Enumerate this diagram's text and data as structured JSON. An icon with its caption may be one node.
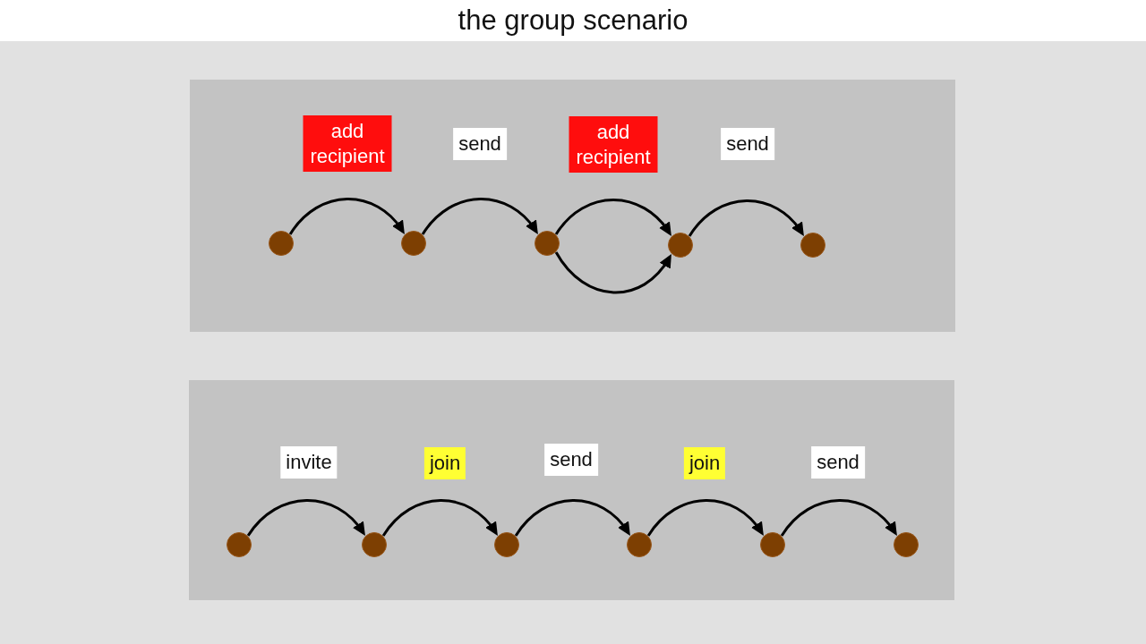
{
  "diagram": {
    "title": "the group scenario",
    "nodes": [
      {
        "text": [],
        "shape": "box"
      },
      {
        "text": [
          "add recipient"
        ],
        "in": 0
      },
      {
        "text": [
          "send"
        ],
        "in": 0
      },
      {
        "text": [
          "add recipient"
        ],
        "in": 0
      },
      {
        "text": [
          "send"
        ],
        "in": 0
      },
      {
        "text": [],
        "shape": "circle",
        "in": 0
      },
      {
        "text": [],
        "shape": "circle",
        "in": 0
      },
      {
        "text": [],
        "shape": "circle",
        "in": 0
      },
      {
        "text": [],
        "shape": "circle",
        "in": 0
      },
      {
        "text": [],
        "shape": "circle",
        "in": 0
      },
      {
        "text": [],
        "shape": "box"
      },
      {
        "text": [
          "invite"
        ],
        "in": 10
      },
      {
        "text": [
          "join"
        ],
        "in": 10
      },
      {
        "text": [
          "send"
        ],
        "in": 10
      },
      {
        "text": [
          "join"
        ],
        "in": 10
      },
      {
        "text": [
          "send"
        ],
        "in": 10
      },
      {
        "text": [],
        "shape": "circle",
        "in": 10
      },
      {
        "text": [],
        "shape": "circle",
        "in": 10
      },
      {
        "text": [],
        "shape": "circle",
        "in": 10
      },
      {
        "text": [],
        "shape": "circle",
        "in": 10
      },
      {
        "text": [],
        "shape": "circle",
        "in": 10
      },
      {
        "text": [],
        "shape": "circle",
        "in": 10
      }
    ],
    "edges": [
      {
        "from": 5,
        "to": 6,
        "arrow": "to"
      },
      {
        "from": 6,
        "to": 7,
        "arrow": "to"
      },
      {
        "from": 7,
        "to": 8,
        "arrow": "to"
      },
      {
        "from": 7,
        "to": 8,
        "arrow": "to"
      },
      {
        "from": 8,
        "to": 9,
        "arrow": "to"
      },
      {
        "from": 16,
        "to": 17,
        "arrow": "to"
      },
      {
        "from": 17,
        "to": 18,
        "arrow": "to"
      },
      {
        "from": 18,
        "to": 19,
        "arrow": "to"
      },
      {
        "from": 19,
        "to": 20,
        "arrow": "to"
      },
      {
        "from": 20,
        "to": 21,
        "arrow": "to"
      }
    ]
  }
}
